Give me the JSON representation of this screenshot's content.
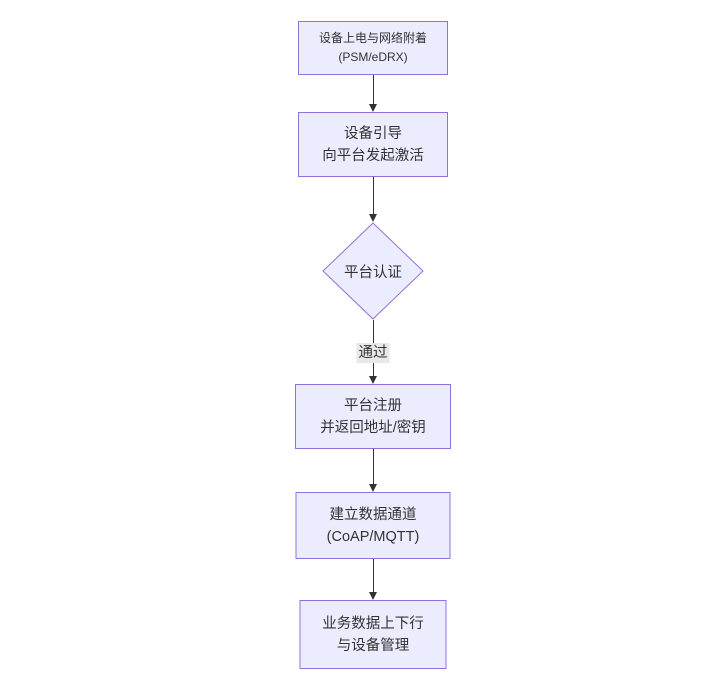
{
  "flowchart": {
    "title_semantics": "device-network-onboarding-flow",
    "colors": {
      "background": "#ffffff",
      "node_fill": "#ECECFF",
      "node_border": "#9370DB",
      "text": "#333333",
      "arrow": "#333333",
      "edge_label_bg": "#e8e8e8"
    },
    "nodes": [
      {
        "id": "power-on",
        "shape": "rect",
        "lines": [
          "设备上电与网络附着",
          "(PSM/eDRX)"
        ]
      },
      {
        "id": "bootstrap",
        "shape": "rect",
        "lines": [
          "设备引导",
          "向平台发起激活"
        ]
      },
      {
        "id": "auth",
        "shape": "diamond",
        "lines": [
          "平台认证"
        ]
      },
      {
        "id": "register",
        "shape": "rect",
        "lines": [
          "平台注册",
          "并返回地址/密钥"
        ]
      },
      {
        "id": "channel",
        "shape": "rect",
        "lines": [
          "建立数据通道",
          "(CoAP/MQTT)"
        ]
      },
      {
        "id": "business",
        "shape": "rect",
        "lines": [
          "业务数据上下行",
          "与设备管理"
        ]
      }
    ],
    "edges": [
      {
        "from": "power-on",
        "to": "bootstrap",
        "label": ""
      },
      {
        "from": "bootstrap",
        "to": "auth",
        "label": ""
      },
      {
        "from": "auth",
        "to": "register",
        "label": "通过"
      },
      {
        "from": "register",
        "to": "channel",
        "label": ""
      },
      {
        "from": "channel",
        "to": "business",
        "label": ""
      }
    ]
  }
}
